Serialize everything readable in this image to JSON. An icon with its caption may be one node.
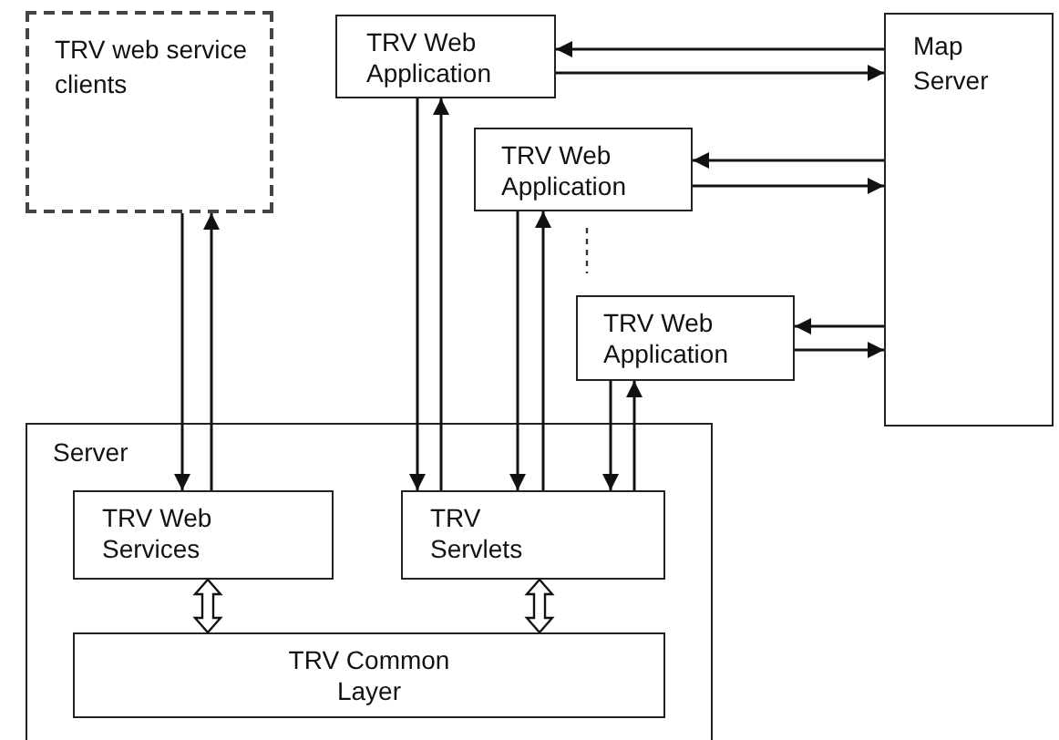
{
  "diagram": {
    "nodes": [
      {
        "text": [
          "TRV web service clients"
        ]
      },
      {
        "text": [
          "TRV Web Application"
        ]
      },
      {
        "text": [
          "TRV Web Application"
        ]
      },
      {
        "text": [
          "TRV Web Application"
        ]
      },
      {
        "text": [
          "Map Server"
        ]
      },
      {
        "text": [
          "Server"
        ]
      },
      {
        "text": [
          "TRV Web Services"
        ],
        "in": 5
      },
      {
        "text": [
          "TRV Servlets"
        ],
        "in": 5
      },
      {
        "text": [
          "TRV Common Layer"
        ],
        "in": 5
      }
    ],
    "edges": [
      {
        "from": 0,
        "to": 6,
        "arrow": "to"
      },
      {
        "from": 6,
        "to": 0,
        "arrow": "to"
      },
      {
        "from": 1,
        "to": 7,
        "arrow": "to"
      },
      {
        "from": 7,
        "to": 1,
        "arrow": "to"
      },
      {
        "from": 2,
        "to": 7,
        "arrow": "to"
      },
      {
        "from": 7,
        "to": 2,
        "arrow": "to"
      },
      {
        "from": 3,
        "to": 7,
        "arrow": "to"
      },
      {
        "from": 7,
        "to": 3,
        "arrow": "to"
      },
      {
        "from": 4,
        "to": 1,
        "arrow": "to"
      },
      {
        "from": 1,
        "to": 4,
        "arrow": "to"
      },
      {
        "from": 4,
        "to": 2,
        "arrow": "to"
      },
      {
        "from": 2,
        "to": 4,
        "arrow": "to"
      },
      {
        "from": 4,
        "to": 3,
        "arrow": "to"
      },
      {
        "from": 3,
        "to": 4,
        "arrow": "to"
      },
      {
        "from": 6,
        "to": 8,
        "arrow": "both",
        "style": "thick"
      },
      {
        "from": 7,
        "to": 8,
        "arrow": "both",
        "style": "thick"
      }
    ]
  }
}
